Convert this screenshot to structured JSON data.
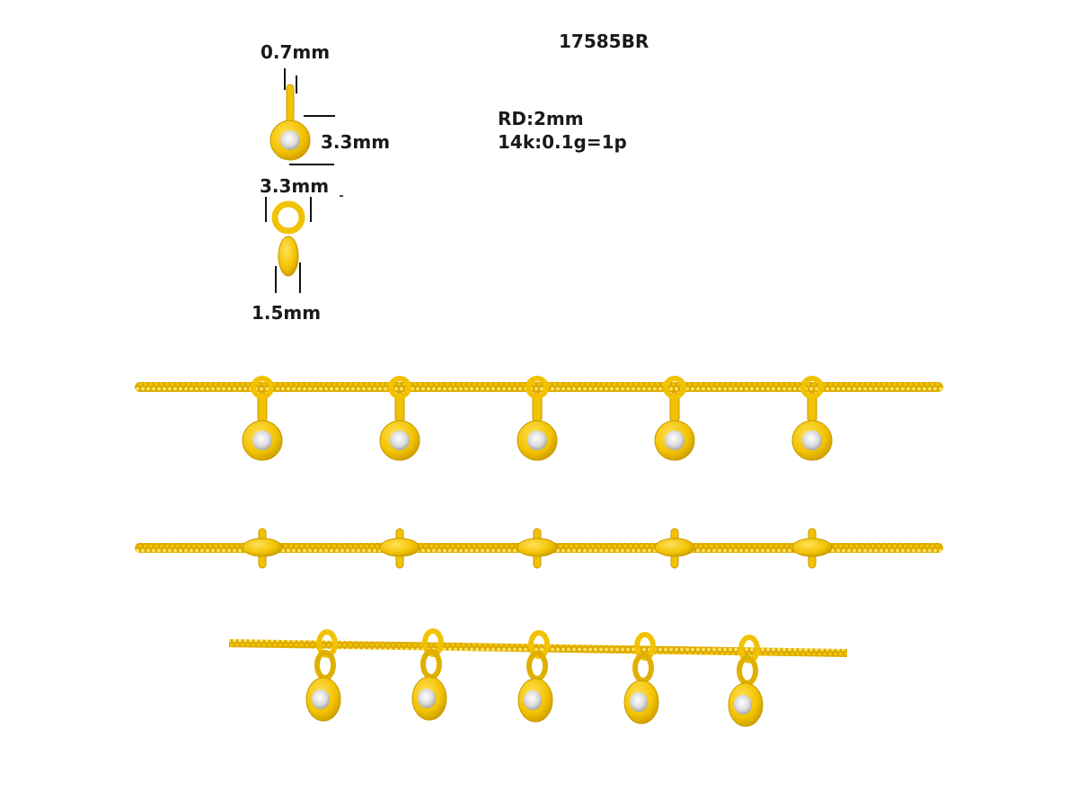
{
  "sheet": {
    "model_code": "17585BR",
    "specs": [
      "RD:2mm",
      "14k:0.1g=1p"
    ]
  },
  "dimensions": {
    "wire_thickness": "0.7mm",
    "bezel_diameter_vertical": "3.3mm",
    "ring_diameter": "3.3mm",
    "bezel_depth": "1.5mm"
  },
  "colors": {
    "gold": "#F2C200",
    "gold_dark": "#C99A00",
    "gold_light": "#FFE15A",
    "diamond": "#E4E4E4",
    "dimension_line": "#111111"
  },
  "bracelet_views": [
    {
      "view": "front",
      "charm_count": 5
    },
    {
      "view": "top",
      "charm_count": 5
    },
    {
      "view": "perspective",
      "charm_count": 5
    }
  ]
}
